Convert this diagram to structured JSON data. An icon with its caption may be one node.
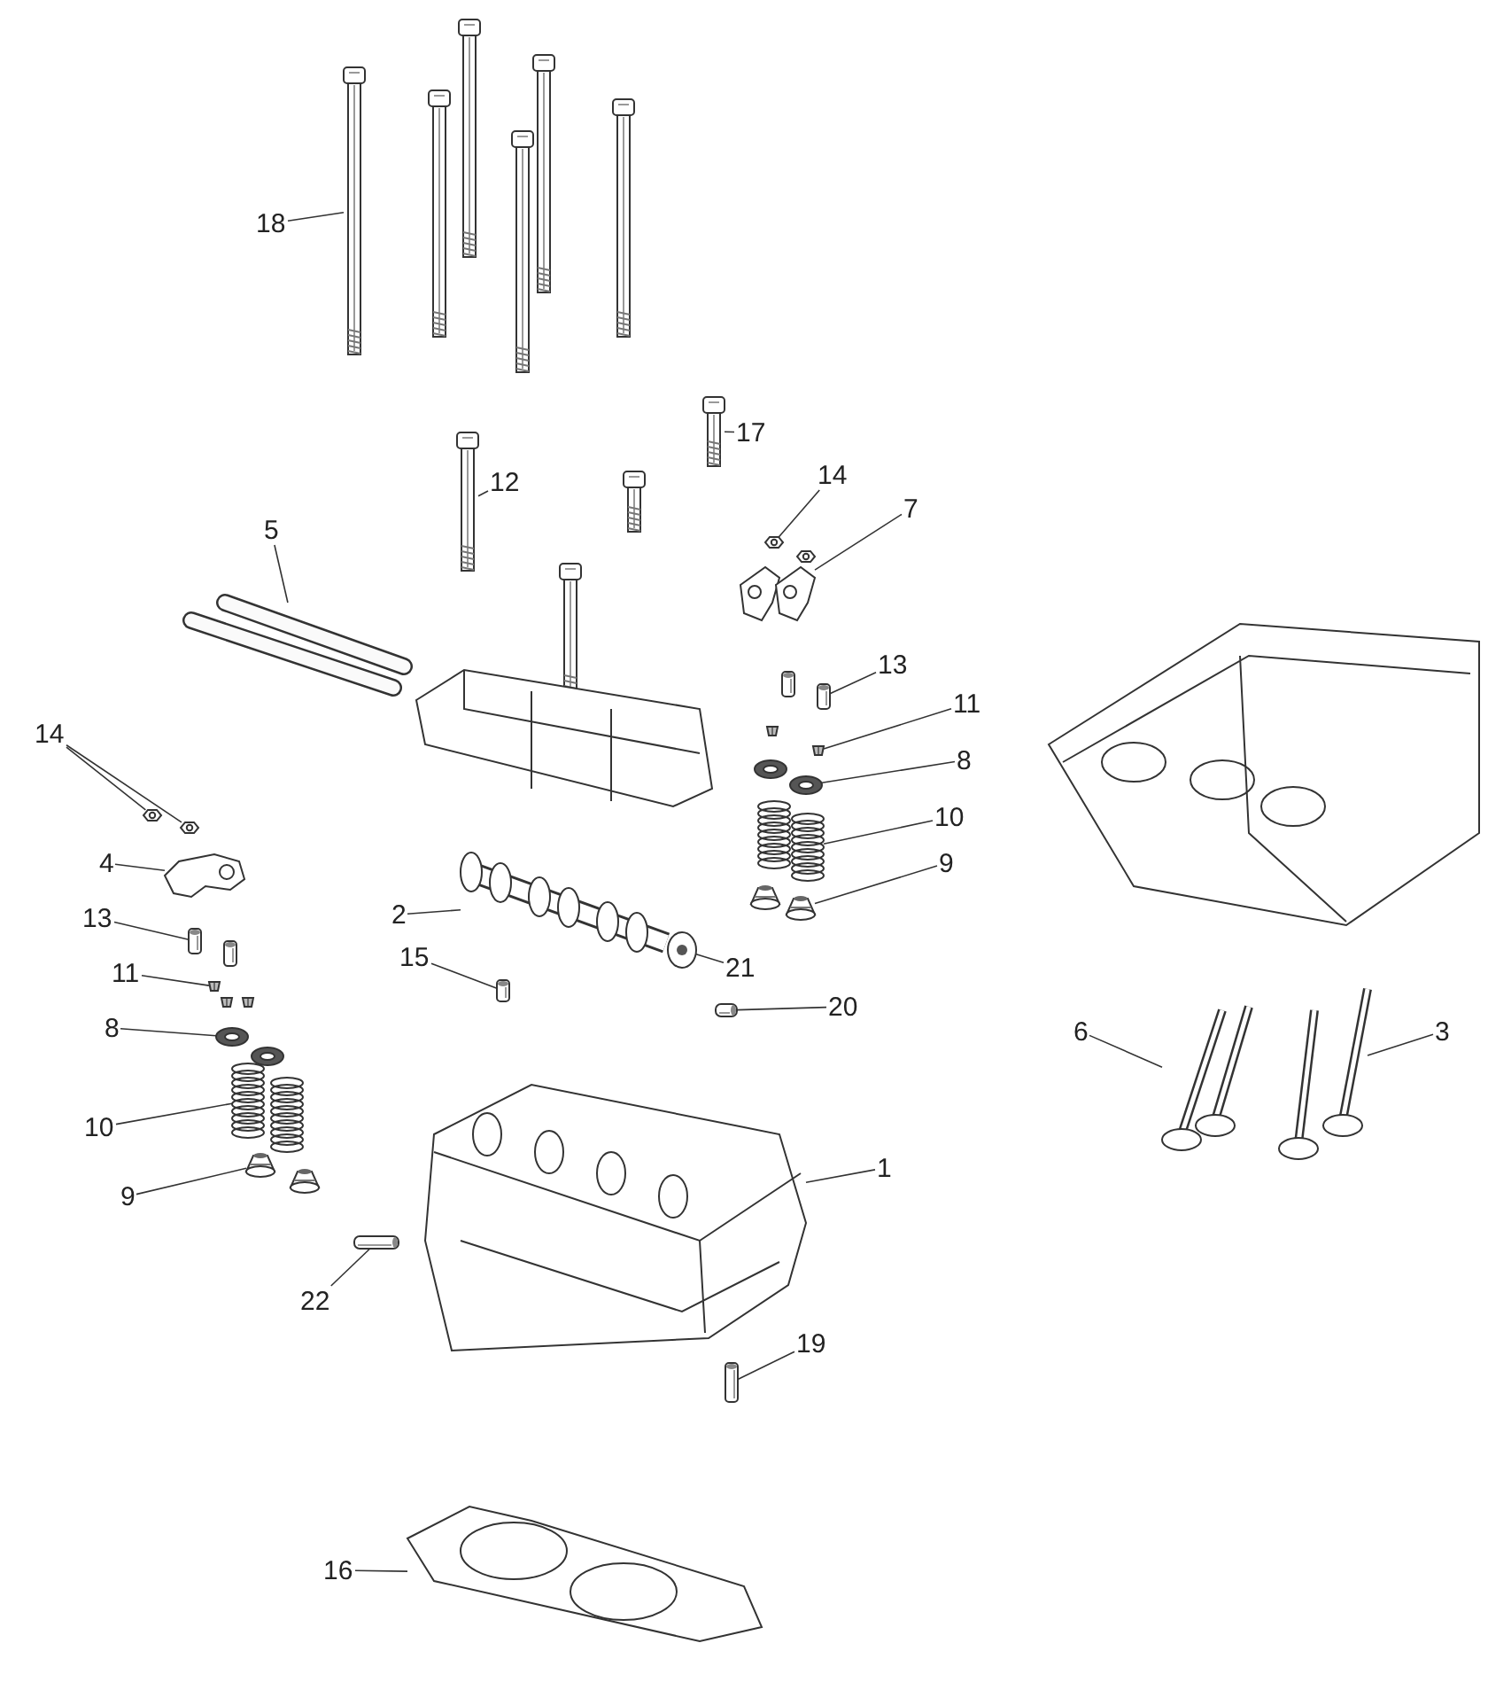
{
  "diagram": {
    "nodes": [
      {
        "text": [
          "18"
        ]
      },
      {
        "text": [],
        "shape": "picture"
      },
      {
        "text": [
          "17"
        ]
      },
      {
        "text": [],
        "shape": "picture"
      },
      {
        "text": [
          "14"
        ]
      },
      {
        "text": [],
        "shape": "picture"
      },
      {
        "text": [
          "7"
        ]
      },
      {
        "text": [],
        "shape": "picture"
      },
      {
        "text": [
          "12"
        ]
      },
      {
        "text": [],
        "shape": "picture"
      },
      {
        "text": [
          "5"
        ]
      },
      {
        "text": [],
        "shape": "picture"
      },
      {
        "text": [
          "13"
        ]
      },
      {
        "text": [],
        "shape": "picture"
      },
      {
        "text": [
          "11"
        ]
      },
      {
        "text": [],
        "shape": "picture"
      },
      {
        "text": [
          "8"
        ]
      },
      {
        "text": [],
        "shape": "picture"
      },
      {
        "text": [
          "10"
        ]
      },
      {
        "text": [],
        "shape": "picture"
      },
      {
        "text": [
          "9"
        ]
      },
      {
        "text": [],
        "shape": "picture"
      },
      {
        "text": [
          "14"
        ]
      },
      {
        "text": [],
        "shape": "picture"
      },
      {
        "text": [],
        "shape": "picture"
      },
      {
        "text": [
          "4"
        ]
      },
      {
        "text": [],
        "shape": "picture"
      },
      {
        "text": [
          "13"
        ]
      },
      {
        "text": [],
        "shape": "picture"
      },
      {
        "text": [
          "11"
        ]
      },
      {
        "text": [],
        "shape": "picture"
      },
      {
        "text": [
          "8"
        ]
      },
      {
        "text": [],
        "shape": "picture"
      },
      {
        "text": [
          "10"
        ]
      },
      {
        "text": [],
        "shape": "picture"
      },
      {
        "text": [
          "9"
        ]
      },
      {
        "text": [],
        "shape": "picture"
      },
      {
        "text": [
          "2"
        ]
      },
      {
        "text": [],
        "shape": "picture"
      },
      {
        "text": [
          "21"
        ]
      },
      {
        "text": [],
        "shape": "picture"
      },
      {
        "text": [
          "15"
        ]
      },
      {
        "text": [],
        "shape": "picture"
      },
      {
        "text": [
          "20"
        ]
      },
      {
        "text": [],
        "shape": "picture"
      },
      {
        "text": [
          "6"
        ]
      },
      {
        "text": [],
        "shape": "picture"
      },
      {
        "text": [
          "3"
        ]
      },
      {
        "text": [],
        "shape": "picture"
      },
      {
        "text": [
          "1"
        ]
      },
      {
        "text": [],
        "shape": "picture"
      },
      {
        "text": [
          "22"
        ]
      },
      {
        "text": [],
        "shape": "picture"
      },
      {
        "text": [
          "19"
        ]
      },
      {
        "text": [],
        "shape": "picture"
      },
      {
        "text": [
          "16"
        ]
      },
      {
        "text": [],
        "shape": "picture"
      }
    ],
    "edges": [
      {
        "from": 0,
        "to": 1,
        "arrow": "none"
      },
      {
        "from": 2,
        "to": 3,
        "arrow": "none"
      },
      {
        "from": 4,
        "to": 5,
        "arrow": "none"
      },
      {
        "from": 6,
        "to": 7,
        "arrow": "none"
      },
      {
        "from": 8,
        "to": 9,
        "arrow": "none"
      },
      {
        "from": 10,
        "to": 11,
        "arrow": "none"
      },
      {
        "from": 12,
        "to": 13,
        "arrow": "none"
      },
      {
        "from": 14,
        "to": 15,
        "arrow": "none"
      },
      {
        "from": 16,
        "to": 17,
        "arrow": "none"
      },
      {
        "from": 18,
        "to": 19,
        "arrow": "none"
      },
      {
        "from": 20,
        "to": 21,
        "arrow": "none"
      },
      {
        "from": 22,
        "to": 23,
        "arrow": "none"
      },
      {
        "from": 22,
        "to": 24,
        "arrow": "none"
      },
      {
        "from": 25,
        "to": 26,
        "arrow": "none"
      },
      {
        "from": 27,
        "to": 28,
        "arrow": "none"
      },
      {
        "from": 29,
        "to": 30,
        "arrow": "none"
      },
      {
        "from": 31,
        "to": 32,
        "arrow": "none"
      },
      {
        "from": 33,
        "to": 34,
        "arrow": "none"
      },
      {
        "from": 35,
        "to": 36,
        "arrow": "none"
      },
      {
        "from": 37,
        "to": 38,
        "arrow": "none"
      },
      {
        "from": 39,
        "to": 40,
        "arrow": "none"
      },
      {
        "from": 41,
        "to": 42,
        "arrow": "none"
      },
      {
        "from": 43,
        "to": 44,
        "arrow": "none"
      },
      {
        "from": 45,
        "to": 46,
        "arrow": "none"
      },
      {
        "from": 47,
        "to": 48,
        "arrow": "none"
      },
      {
        "from": 49,
        "to": 50,
        "arrow": "none"
      },
      {
        "from": 51,
        "to": 52,
        "arrow": "none"
      },
      {
        "from": 53,
        "to": 54,
        "arrow": "none"
      },
      {
        "from": 55,
        "to": 56,
        "arrow": "none"
      }
    ]
  }
}
